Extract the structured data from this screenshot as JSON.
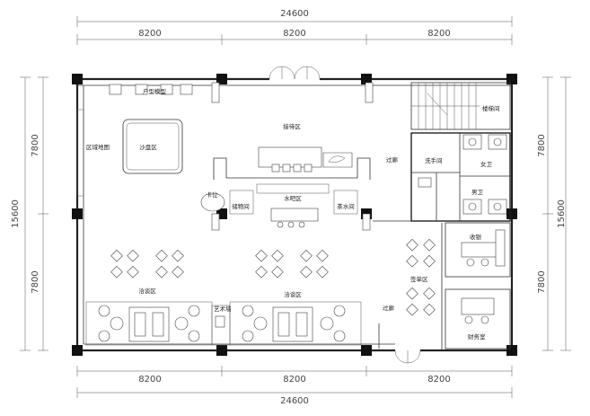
{
  "dimensions": {
    "top_total": "24600",
    "top_spans": [
      "8200",
      "8200",
      "8200"
    ],
    "bottom_total": "24600",
    "bottom_spans": [
      "8200",
      "8200",
      "8200"
    ],
    "left_total": "15600",
    "left_spans": [
      "7800",
      "7800"
    ],
    "right_total": "15600",
    "right_spans": [
      "7800",
      "7800"
    ]
  },
  "rooms": {
    "model_area": "户型模型",
    "sand_table": "沙盘区",
    "regional_map": "区域地图",
    "reception": "接待区",
    "water_bar": "水吧区",
    "corridor": "过廊",
    "stair": "楼梯间",
    "wash": "洗手间",
    "female_wc": "女卫",
    "male_wc": "男卫",
    "cashier": "收银",
    "signing": "签单区",
    "finance": "财务室",
    "negotiation_left": "洽谈区",
    "negotiation_right": "洽谈区",
    "art_wall": "艺术墙",
    "small_a": "卡位",
    "small_b": "储物间",
    "small_c": "茶水间"
  }
}
